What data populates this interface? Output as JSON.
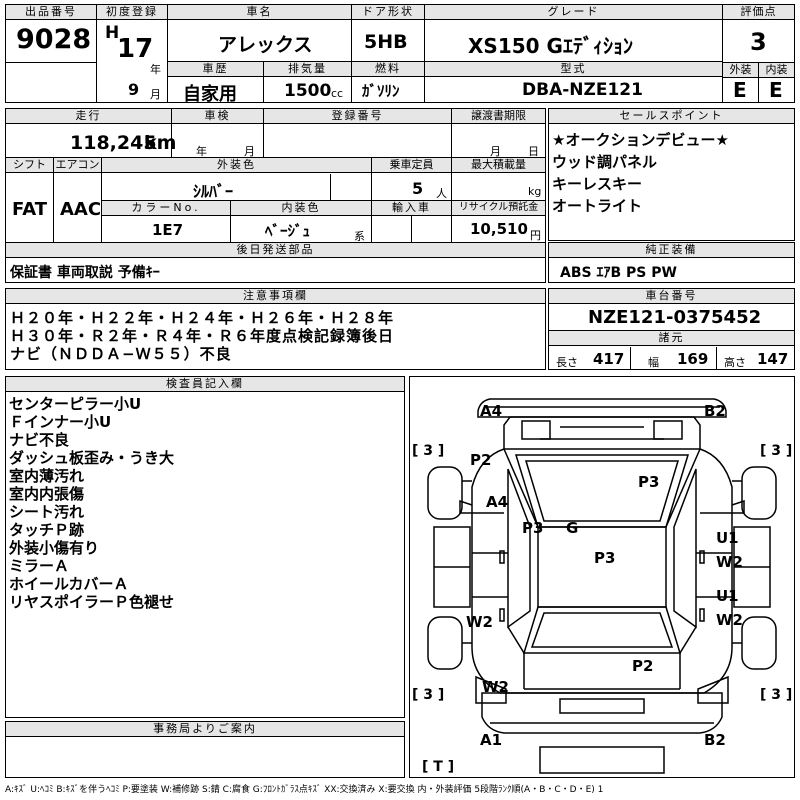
{
  "lot": {
    "label": "出品番号",
    "value": "9028"
  },
  "first_reg": {
    "label": "初度登録",
    "era": "H",
    "year": "17",
    "year_unit": "年",
    "month": "9",
    "month_unit": "月"
  },
  "car_name": {
    "label": "車名",
    "value": "アレックス"
  },
  "door": {
    "label": "ドア形状",
    "value": "5HB"
  },
  "grade": {
    "label": "グレード",
    "value": "XS150 Gｴﾃﾞｨｼｮﾝ"
  },
  "score": {
    "label": "評価点",
    "value": "3"
  },
  "history": {
    "label": "車歴",
    "value": "自家用"
  },
  "displacement": {
    "label": "排気量",
    "value": "1500",
    "unit": "cc"
  },
  "fuel": {
    "label": "燃料",
    "value": "ｶﾞｿﾘﾝ"
  },
  "model": {
    "label": "型式",
    "value": "DBA-NZE121"
  },
  "exterior": {
    "label": "外装",
    "value": "E"
  },
  "interior": {
    "label": "内装",
    "value": "E"
  },
  "mileage": {
    "label": "走行",
    "value": "118,245",
    "unit": "km"
  },
  "inspection": {
    "label": "車検",
    "year_unit": "年",
    "month_unit": "月"
  },
  "reg_no": {
    "label": "登録番号"
  },
  "transfer": {
    "label": "譲渡書期限",
    "month_unit": "月",
    "day_unit": "日"
  },
  "sales_points": {
    "label": "セールスポイント",
    "items": [
      "★オークションデビュー★",
      "ウッド調パネル",
      "キーレスキー",
      "オートライト"
    ]
  },
  "shift": {
    "label": "シフト",
    "value": "FAT"
  },
  "aircon": {
    "label": "エアコン",
    "value": "AAC"
  },
  "ext_color": {
    "label": "外装色",
    "value": "ｼﾙﾊﾞｰ"
  },
  "capacity": {
    "label": "乗車定員",
    "value": "5",
    "unit": "人"
  },
  "max_load": {
    "label": "最大積載量",
    "unit": "kg"
  },
  "color_no": {
    "label": "カラーNo.",
    "value": "1E7"
  },
  "int_color": {
    "label": "内装色",
    "value": "ﾍﾞｰｼﾞｭ",
    "unit": "系"
  },
  "import": {
    "label": "輸入車"
  },
  "recycle": {
    "label": "リサイクル預託金",
    "value": "10,510",
    "unit": "円"
  },
  "parts": {
    "label": "後日発送部品",
    "value": "保証書 車両取説 予備ｷｰ"
  },
  "equipment": {
    "label": "純正装備",
    "value": "ABS ｴｱB PS PW"
  },
  "notes": {
    "label": "注意事項欄",
    "lines": [
      "Ｈ２０年・Ｈ２２年・Ｈ２４年・Ｈ２６年・Ｈ２８年",
      "Ｈ３０年・Ｒ２年・Ｒ４年・Ｒ６年度点検記録簿後日",
      "ナビ（ＮＤＤＡ−Ｗ５５）不良"
    ]
  },
  "chassis": {
    "label": "車台番号",
    "value": "NZE121-0375452"
  },
  "dims": {
    "label": "諸元",
    "length_label": "長さ",
    "length": "417",
    "width_label": "幅",
    "width": "169",
    "height_label": "高さ",
    "height": "147"
  },
  "inspector": {
    "label": "検査員記入欄",
    "items": [
      "センターピラー小U",
      "Ｆインナー小U",
      "ナビ不良",
      "ダッシュ板歪み・うき大",
      "室内薄汚れ",
      "室内内張傷",
      "シート汚れ",
      "タッチＰ跡",
      "外装小傷有り",
      "ミラーＡ",
      "ホイールカバーＡ",
      "リヤスポイラーＰ色褪せ"
    ]
  },
  "office": {
    "label": "事務局よりご案内"
  },
  "legend": "A:ｷｽﾞ U:ﾍｺﾐ B:ｷｽﾞを伴うﾍｺﾐ P:要塗装 W:補修跡 S:錆 C:腐食 G:ﾌﾛﾝﾄｶﾞﾗｽ点ｷｽﾞ XX:交換済み X:要交換 内・外装評価 5段階ﾗﾝｸ順(A・B・C・D・E) 1",
  "diagram": {
    "marks": {
      "a4_top": "A4",
      "b2_top": "B2",
      "p2": "P2",
      "p3_top": "P3",
      "a4_left": "A4",
      "p3_left": "P3",
      "g": "G",
      "p3_mid": "P3",
      "u1_top": "U1",
      "w2_a": "W2",
      "u1_bot": "U1",
      "w2_b": "W2",
      "w2_left": "W2",
      "p2_bot": "P2",
      "w2_bot": "W2",
      "a1": "A1",
      "b2_bot": "B2"
    },
    "tires": {
      "fl": "[ 3 ]",
      "fr": "[ 3 ]",
      "rl": "[ 3 ]",
      "rr": "[ 3 ]",
      "spare": "[ T ]"
    }
  }
}
